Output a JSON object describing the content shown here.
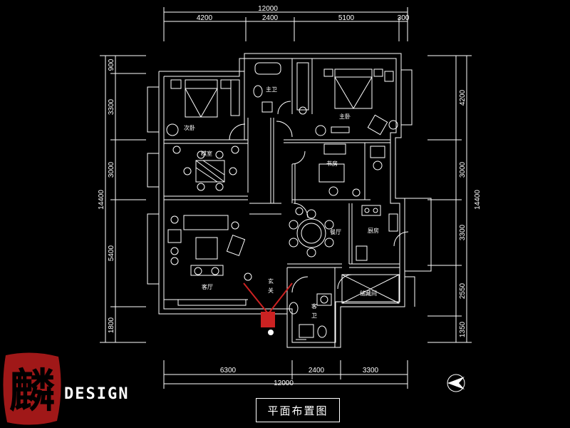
{
  "title": "平面布置图",
  "brand": {
    "name": "DESIGN",
    "seal_glyph": "麟"
  },
  "dims": {
    "top_total": "12000",
    "top": [
      "4200",
      "2400",
      "5100",
      "300"
    ],
    "bottom": [
      "6300",
      "2400",
      "3300"
    ],
    "bottom_total": "12000",
    "left": [
      "900",
      "3300",
      "3000",
      "5400",
      "1800"
    ],
    "left_total": "14400",
    "right": [
      "4200",
      "3000",
      "3300",
      "2550",
      "1350"
    ],
    "right_total": "14400"
  },
  "rooms": {
    "second_bedroom": "次卧",
    "master_bath": "主卫",
    "master_bedroom": "主卧",
    "tea_room": "棋室",
    "study": "书房",
    "dining": "餐厅",
    "kitchen": "厨房",
    "living": "客厅",
    "entry_1": "玄",
    "entry_2": "关",
    "guest_bath_1": "客",
    "guest_bath_2": "卫",
    "storage": "储藏间"
  },
  "colors": {
    "line": "#ffffff",
    "background": "#000000",
    "seal": "#a01818",
    "marker": "#cc2222"
  }
}
